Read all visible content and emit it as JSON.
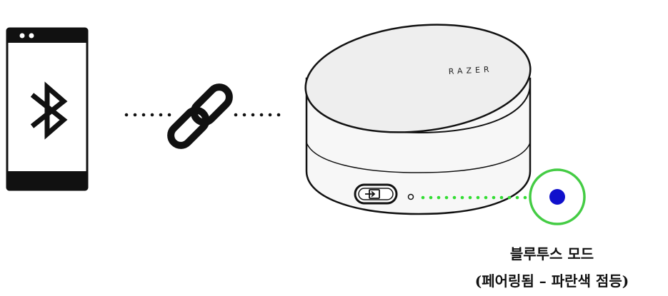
{
  "brand": {
    "logo_text": "RAZER"
  },
  "icons": {
    "phone": "smartphone-icon",
    "bluetooth": "bluetooth-icon",
    "link": "chain-link-icon",
    "button": "input-source-icon",
    "led": "led-indicator-icon"
  },
  "colors": {
    "outline": "#111111",
    "green_dots": "#33dd33",
    "led_ring": "#44cc44",
    "led_blue": "#1010cc",
    "device_top": "#eeeeee",
    "device_body": "#f6f6f6"
  },
  "status": {
    "led_state": "blue, solid",
    "mode": "Bluetooth mode"
  },
  "caption": {
    "title": "블루투스 모드",
    "detail": "(페어링됨 – 파란색 점등)"
  }
}
